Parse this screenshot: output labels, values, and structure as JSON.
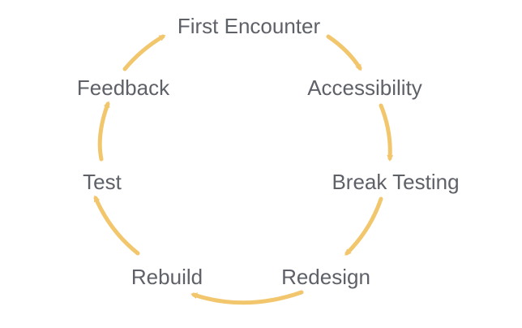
{
  "colors": {
    "arrow": "#f2c66c",
    "label": "#5f6168",
    "background": "#ffffff"
  },
  "stages": [
    {
      "label": "First Encounter"
    },
    {
      "label": "Accessibility"
    },
    {
      "label": "Break Testing"
    },
    {
      "label": "Redesign"
    },
    {
      "label": "Rebuild"
    },
    {
      "label": "Test"
    },
    {
      "label": "Feedback"
    }
  ]
}
